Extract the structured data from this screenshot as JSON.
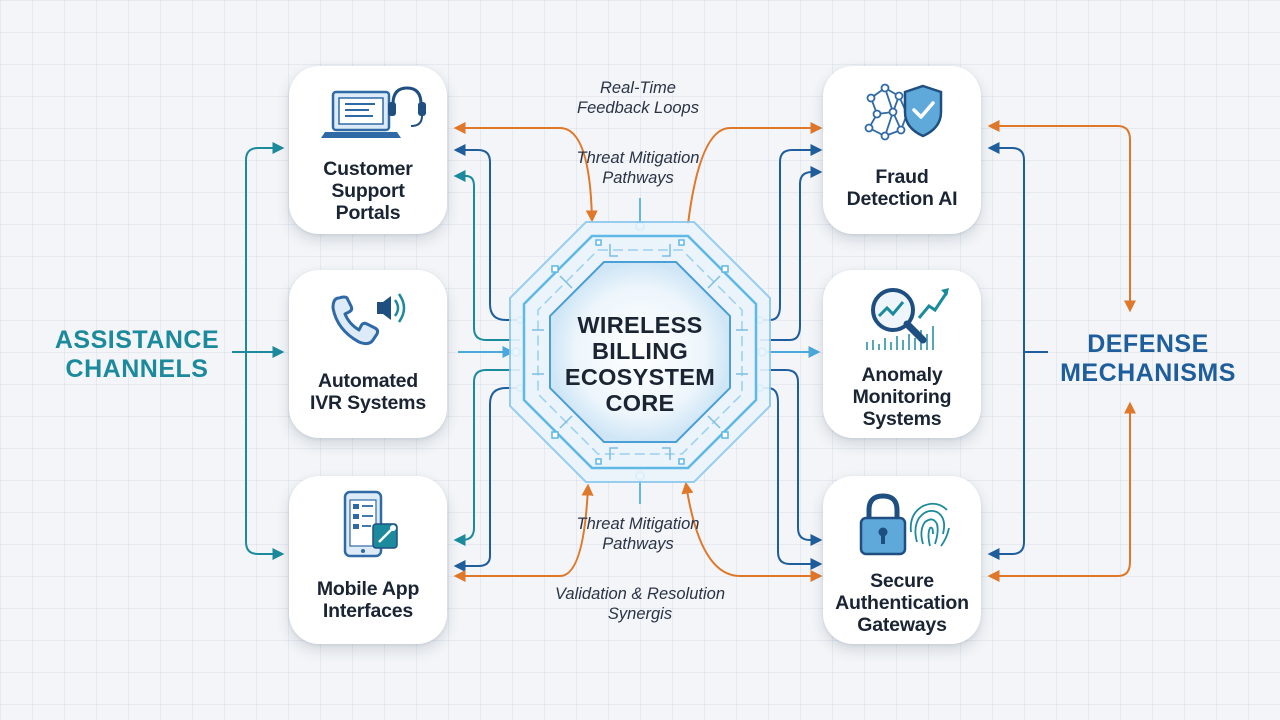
{
  "left_group": {
    "title": "ASSISTANCE\nCHANNELS",
    "color": "#1b8a9c"
  },
  "right_group": {
    "title": "DEFENSE\nMECHANISMS",
    "color": "#1f5e9c"
  },
  "core": {
    "label": "WIRELESS\nBILLING\nECOSYSTEM\nCORE"
  },
  "left_nodes": [
    {
      "label": "Customer\nSupport\nPortals",
      "icon": "laptop-headset-icon"
    },
    {
      "label": "Automated\nIVR Systems",
      "icon": "phone-speaker-icon"
    },
    {
      "label": "Mobile App\nInterfaces",
      "icon": "mobile-app-icon"
    }
  ],
  "right_nodes": [
    {
      "label": "Fraud\nDetection AI",
      "icon": "ai-shield-icon"
    },
    {
      "label": "Anomaly\nMonitoring\nSystems",
      "icon": "magnifier-chart-icon"
    },
    {
      "label": "Secure\nAuthentication\nGateways",
      "icon": "lock-fingerprint-icon"
    }
  ],
  "annotations": {
    "top_1": "Real-Time\nFeedback Loops",
    "top_2": "Threat Mitigation\nPathways",
    "bottom_1": "Threat Mitigation\nPathways",
    "bottom_2": "Validation & Resolution\nSynergis"
  },
  "colors": {
    "orange": "#e0782a",
    "blue": "#1f5e9c",
    "teal": "#1b8a9c",
    "glow": "#5fb8e6",
    "icon_blue": "#2f6aa6"
  }
}
